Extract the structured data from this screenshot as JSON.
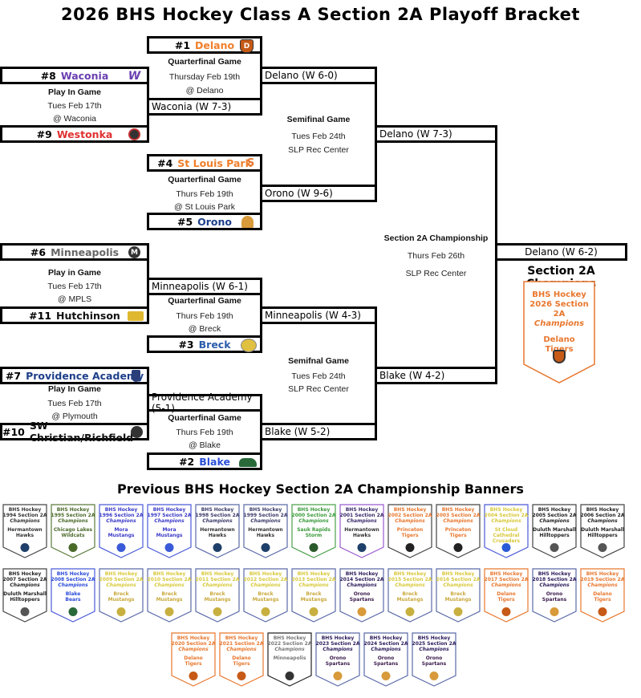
{
  "title": "2026 BHS Hockey Class A Section 2A Playoff Bracket",
  "bracket": {
    "seeds": {
      "s1": {
        "num": "#1",
        "name": "Delano",
        "color": "#f07f2a",
        "logo": "tigers-shield-icon"
      },
      "s8": {
        "num": "#8",
        "name": "Waconia",
        "color": "#6a3fb0",
        "logo": "wildcats-w-icon"
      },
      "s9": {
        "num": "#9",
        "name": "Westonka",
        "color": "#e03030",
        "logo": "whitehawks-icon"
      },
      "s4": {
        "num": "#4",
        "name": "St Louis Park",
        "color": "#f07f2a",
        "logo": "orioles-slp-icon"
      },
      "s5": {
        "num": "#5",
        "name": "Orono",
        "color": "#1e3f8a",
        "logo": "spartan-helmet-icon"
      },
      "s6": {
        "num": "#6",
        "name": "Minneapolis",
        "color": "#666666",
        "logo": "minneapolis-m-icon"
      },
      "s11": {
        "num": "#11",
        "name": "Hutchinson",
        "color": "#111111",
        "logo": "tigers-hutch-icon"
      },
      "s3": {
        "num": "#3",
        "name": "Breck",
        "color": "#2a5caa",
        "logo": "mustang-icon"
      },
      "s7": {
        "num": "#7",
        "name": "Providence Academy",
        "color": "#1e3f8a",
        "logo": "lions-shield-icon"
      },
      "s10": {
        "num": "#10",
        "name": "SW Christian/Richfield",
        "color": "#111111",
        "logo": "swc-richfield-icon"
      },
      "s2": {
        "num": "#2",
        "name": "Blake",
        "color": "#2a4fd8",
        "logo": "bear-icon"
      }
    },
    "results": {
      "playin_1": "Waconia (W 7-3)",
      "qf_1": "Delano (W 6-0)",
      "qf_2": "Orono (W 9-6)",
      "sf_1": "Delano (W 7-3)",
      "playin_2": "Minneapolis (W 6-1)",
      "qf_3": "Minneapolis (W 4-3)",
      "playin_3": "Providence Academy (5-1)",
      "qf_4": "Blake (W 5-2)",
      "sf_2": "Blake (W 4-2)",
      "final": "Delano (W 6-2)"
    },
    "games": {
      "playin_a": {
        "name": "Play In Game",
        "date": "Tues Feb 17th",
        "venue": "@ Waconia"
      },
      "qf_a": {
        "name": "Quarterfinal Game",
        "date": "Thursday Feb 19th",
        "venue": "@ Delano"
      },
      "sf_a": {
        "name": "Semifinal Game",
        "date": "Tues Feb 24th",
        "venue": "SLP Rec Center"
      },
      "qf_b": {
        "name": "Quarterfinal Game",
        "date": "Thurs Feb 19th",
        "venue": "@ St Louis Park"
      },
      "final": {
        "name": "Section 2A Championship",
        "date": "Thurs Feb 26th",
        "venue": "SLP Rec Center"
      },
      "playin_b": {
        "name": "Play in Game",
        "date": "Tues Feb 17th",
        "venue": "@ MPLS"
      },
      "qf_c": {
        "name": "Quarterfinal Game",
        "date": "Thurs Feb 19th",
        "venue": "@ Breck"
      },
      "sf_b": {
        "name": "Semifnal Game",
        "date": "Tues Feb 24th",
        "venue": "SLP Rec Center"
      },
      "playin_c": {
        "name": "Play In Game",
        "date": "Tues Feb 17th",
        "venue": "@ Plymouth"
      },
      "qf_d": {
        "name": "Quarterfinal Game",
        "date": "Thurs Feb 19th",
        "venue": "@ Blake"
      }
    },
    "champions_label": "Section 2A Champions",
    "champion_banner": {
      "line1": "BHS Hockey",
      "line2": "2026 Section 2A",
      "line3": "Champions",
      "team1": "Delano",
      "team2": "Tigers",
      "color": "#e8772e"
    }
  },
  "banners_title": "Previous BHS Hockey Section 2A Championship Banners",
  "banners": [
    {
      "year": "1994",
      "team1": "Hermantown",
      "team2": "Hawks",
      "border": "#444444",
      "text": "#333333",
      "team_color": "#333333",
      "emblem": "#1e3f6a"
    },
    {
      "year": "1995",
      "team1": "Chicago Lakes",
      "team2": "Wildcats",
      "border": "#5a7a3a",
      "text": "#4a6a2a",
      "team_color": "#4a6a2a",
      "emblem": "#4a6a2a"
    },
    {
      "year": "1996",
      "team1": "Mora",
      "team2": "Mustangs",
      "border": "#4a5ad8",
      "text": "#3a3ac8",
      "team_color": "#3a3ac8",
      "emblem": "#3a5ad8"
    },
    {
      "year": "1997",
      "team1": "Mora",
      "team2": "Mustangs",
      "border": "#4a5ad8",
      "text": "#3a3ac8",
      "team_color": "#3a3ac8",
      "emblem": "#3a5ad8"
    },
    {
      "year": "1998",
      "team1": "Hermantown",
      "team2": "Hawks",
      "border": "#5a6aa8",
      "text": "#3a3a6a",
      "team_color": "#333333",
      "emblem": "#1e3f6a"
    },
    {
      "year": "1999",
      "team1": "Hermantown",
      "team2": "Hawks",
      "border": "#5a6aa8",
      "text": "#3a3a6a",
      "team_color": "#333333",
      "emblem": "#1e3f6a"
    },
    {
      "year": "2000",
      "team1": "Sauk Rapids",
      "team2": "Storm",
      "border": "#4aa04a",
      "text": "#3a9a3a",
      "team_color": "#3a9a3a",
      "emblem": "#2a5a2a"
    },
    {
      "year": "2001",
      "team1": "Hermantown",
      "team2": "Hawks",
      "border": "#9a5ad0",
      "text": "#3a2a6a",
      "team_color": "#333333",
      "emblem": "#1e3f6a"
    },
    {
      "year": "2002",
      "team1": "Princeton",
      "team2": "Tigers",
      "border": "#444444",
      "text": "#e8772e",
      "team_color": "#e8772e",
      "emblem": "#222222"
    },
    {
      "year": "2003",
      "team1": "Princeton",
      "team2": "Tigers",
      "border": "#444444",
      "text": "#e8772e",
      "team_color": "#e8772e",
      "emblem": "#222222"
    },
    {
      "year": "2004",
      "team1": "St Cloud Cathedral",
      "team2": "Crusaders",
      "border": "#4a5ad8",
      "text": "#d8c83a",
      "team_color": "#d8c83a",
      "emblem": "#2a5ad8"
    },
    {
      "year": "2005",
      "team1": "Duluth Marshall",
      "team2": "Hilltoppers",
      "border": "#444444",
      "text": "#222222",
      "team_color": "#222222",
      "emblem": "#555555"
    },
    {
      "year": "2006",
      "team1": "Duluth Marshall",
      "team2": "Hilltoppers",
      "border": "#444444",
      "text": "#222222",
      "team_color": "#222222",
      "emblem": "#555555"
    },
    {
      "year": "2007",
      "team1": "Duluth Marshall",
      "team2": "Hilltoppers",
      "border": "#444444",
      "text": "#222222",
      "team_color": "#222222",
      "emblem": "#555555"
    },
    {
      "year": "2008",
      "team1": "Blake",
      "team2": "Bears",
      "border": "#4a5ad8",
      "text": "#2a4ad8",
      "team_color": "#2a4ad8",
      "emblem": "#2a6a3a"
    },
    {
      "year": "2009",
      "team1": "Breck",
      "team2": "Mustangs",
      "border": "#5a6aa8",
      "text": "#d8c83a",
      "team_color": "#c8a83a",
      "emblem": "#c8b040"
    },
    {
      "year": "2010",
      "team1": "Breck",
      "team2": "Mustangs",
      "border": "#5a6aa8",
      "text": "#d8c83a",
      "team_color": "#c8a83a",
      "emblem": "#c8b040"
    },
    {
      "year": "2011",
      "team1": "Breck",
      "team2": "Mustangs",
      "border": "#5a6aa8",
      "text": "#d8c83a",
      "team_color": "#c8a83a",
      "emblem": "#c8b040"
    },
    {
      "year": "2012",
      "team1": "Breck",
      "team2": "Mustangs",
      "border": "#5a6aa8",
      "text": "#d8c83a",
      "team_color": "#c8a83a",
      "emblem": "#c8b040"
    },
    {
      "year": "2013",
      "team1": "Breck",
      "team2": "Mustangs",
      "border": "#5a6aa8",
      "text": "#d8c83a",
      "team_color": "#c8a83a",
      "emblem": "#c8b040"
    },
    {
      "year": "2014",
      "team1": "Orono",
      "team2": "Spartans",
      "border": "#5a6aa8",
      "text": "#2a1a5a",
      "team_color": "#3a1a4a",
      "emblem": "#d89a3a"
    },
    {
      "year": "2015",
      "team1": "Breck",
      "team2": "Mustangs",
      "border": "#5a6aa8",
      "text": "#d8c83a",
      "team_color": "#c8a83a",
      "emblem": "#c8b040"
    },
    {
      "year": "2016",
      "team1": "Breck",
      "team2": "Mustangs",
      "border": "#5a6aa8",
      "text": "#d8c83a",
      "team_color": "#c8a83a",
      "emblem": "#c8b040"
    },
    {
      "year": "2017",
      "team1": "Delano",
      "team2": "Tigers",
      "border": "#e8772e",
      "text": "#e8772e",
      "team_color": "#e8772e",
      "emblem": "#c65a16"
    },
    {
      "year": "2018",
      "team1": "Orono",
      "team2": "Spartans",
      "border": "#5a6aa8",
      "text": "#2a1a5a",
      "team_color": "#3a1a4a",
      "emblem": "#d89a3a"
    },
    {
      "year": "2019",
      "team1": "Delano",
      "team2": "Tigers",
      "border": "#e8772e",
      "text": "#e8772e",
      "team_color": "#e8772e",
      "emblem": "#c65a16"
    },
    {
      "year": "2020",
      "team1": "Delano",
      "team2": "Tigers",
      "border": "#e8772e",
      "text": "#e8772e",
      "team_color": "#e8772e",
      "emblem": "#c65a16"
    },
    {
      "year": "2021",
      "team1": "Delano",
      "team2": "Tigers",
      "border": "#e8772e",
      "text": "#e8772e",
      "team_color": "#e8772e",
      "emblem": "#c65a16"
    },
    {
      "year": "2022",
      "team1": "Minneapolis",
      "team2": "",
      "border": "#222222",
      "text": "#777777",
      "team_color": "#777777",
      "emblem": "#333333"
    },
    {
      "year": "2023",
      "team1": "Orono",
      "team2": "Spartans",
      "border": "#5a6aa8",
      "text": "#2a1a5a",
      "team_color": "#3a1a4a",
      "emblem": "#d89a3a"
    },
    {
      "year": "2024",
      "team1": "Orono",
      "team2": "Spartans",
      "border": "#5a6aa8",
      "text": "#2a1a5a",
      "team_color": "#3a1a4a",
      "emblem": "#d89a3a"
    },
    {
      "year": "2025",
      "team1": "Orono",
      "team2": "Spartans",
      "border": "#5a6aa8",
      "text": "#2a1a5a",
      "team_color": "#3a1a4a",
      "emblem": "#d89a3a"
    }
  ],
  "banner_common": {
    "line1": "BHS Hockey",
    "line2_suffix": " Section 2A",
    "line3": "Champions"
  }
}
